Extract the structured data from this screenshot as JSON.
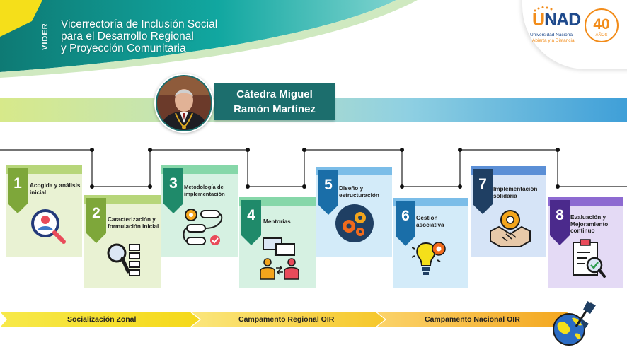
{
  "header": {
    "badge": "VIDER",
    "title_lines": [
      "Vicerrectoría de Inclusión Social",
      "para el Desarrollo Regional",
      "y Proyección Comunitaria"
    ]
  },
  "logo": {
    "unad_u": "U",
    "unad_rest": "NAD",
    "sub1": "Universidad Nacional",
    "sub2": "Abierta y a Distancia",
    "anniversary_number": "40",
    "anniversary_text": "AÑOS"
  },
  "catedra": {
    "line1": "Cátedra Miguel",
    "line2": "Ramón Martínez"
  },
  "steps": [
    {
      "number": "1",
      "label": "Acogida y análisis inicial",
      "icon": "magnifier-person-icon"
    },
    {
      "number": "2",
      "label": "Caracterización y formulación inicial",
      "icon": "magnifier-list-icon"
    },
    {
      "number": "3",
      "label": "Metodología de implementación",
      "icon": "gear-workflow-icon"
    },
    {
      "number": "4",
      "label": "Mentorías",
      "icon": "mentoring-chat-icon"
    },
    {
      "number": "5",
      "label": "Diseño y estructuración",
      "icon": "gears-circle-icon"
    },
    {
      "number": "6",
      "label": "Gestión asociativa",
      "icon": "lightbulb-gear-icon"
    },
    {
      "number": "7",
      "label": "Implementación solidaria",
      "icon": "handshake-gear-icon"
    },
    {
      "number": "8",
      "label": "Evaluación y Mejoramiento continuo",
      "icon": "clipboard-check-icon"
    }
  ],
  "phases": [
    "Socialización Zonal",
    "Campamento Regional OIR",
    "Campamento Nacional OIR"
  ],
  "colors": {
    "teal_dark": "#1c6e6d",
    "green": "#7ea73a",
    "navy": "#1f3f63",
    "purple": "#4b2a8c",
    "yellow": "#f5df1a",
    "orange": "#f3a51c",
    "unad_blue": "#1f4a8c",
    "unad_orange": "#f28c1a"
  }
}
